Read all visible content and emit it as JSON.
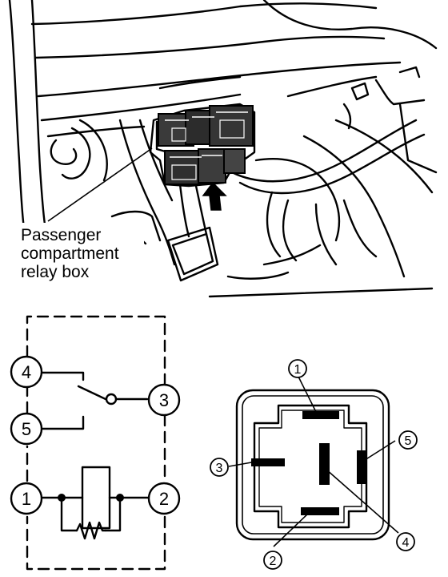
{
  "illustration": {
    "caption_lines": [
      "Passenger",
      "compartment",
      "relay box"
    ]
  },
  "schematic": {
    "pins": {
      "p4": "4",
      "p5": "5",
      "p3": "3",
      "p1": "1",
      "p2": "2"
    }
  },
  "relay_base": {
    "pins": {
      "p1": "1",
      "p2": "2",
      "p3": "3",
      "p4": "4",
      "p5": "5"
    }
  }
}
